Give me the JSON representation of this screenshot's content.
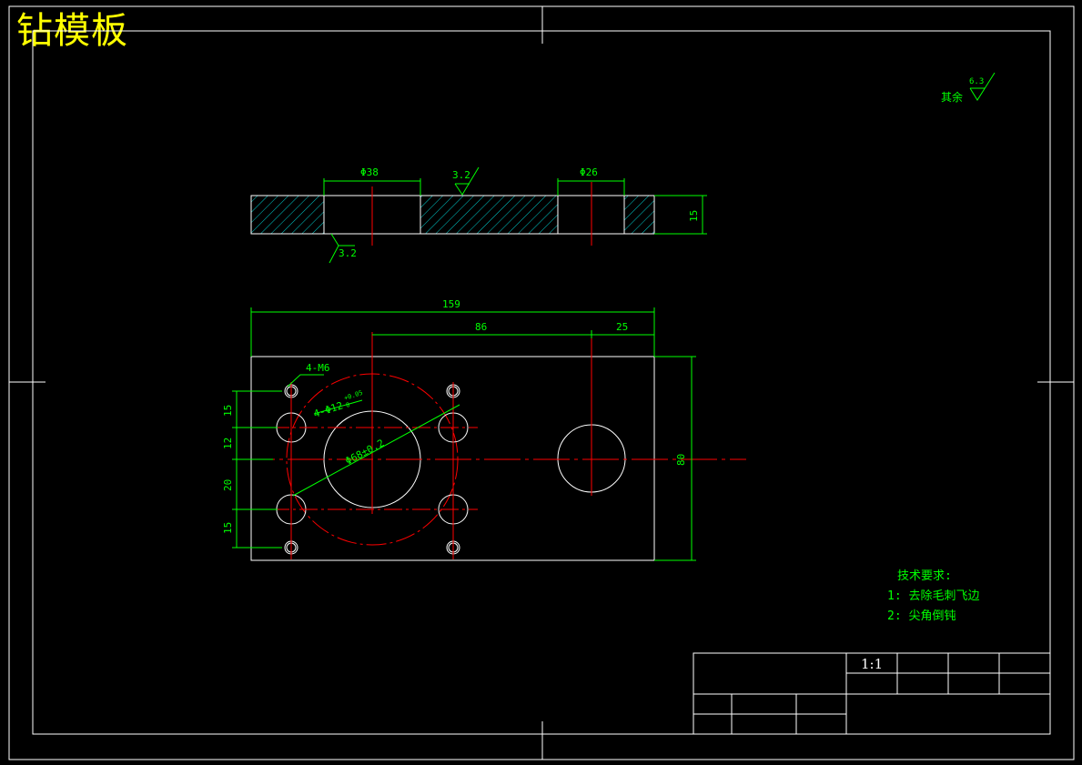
{
  "title": "钻模板",
  "surface_finish_other": {
    "label": "其余",
    "value": "6.3"
  },
  "section_view": {
    "dims": {
      "d38": "Φ38",
      "d26": "Φ26",
      "thickness": "15"
    },
    "roughness_top": "3.2",
    "roughness_bottom": "3.2"
  },
  "plan_view": {
    "dims": {
      "overall_length": "159",
      "center_offset": "86",
      "right_offset": "25",
      "height": "80",
      "v1": "15",
      "v2": "12",
      "v3": "20",
      "v4": "15"
    },
    "callouts": {
      "threads": "4-M6",
      "holes": "4-Φ12",
      "holes_tol_upper": "+0.05",
      "holes_tol_lower": "0",
      "bolt_circle": "Φ68±0.2"
    }
  },
  "tech_requirements": {
    "heading": "技术要求:",
    "items": [
      "1: 去除毛刺飞边",
      "2: 尖角倒钝"
    ]
  },
  "title_block": {
    "scale": "1:1"
  },
  "colors": {
    "background": "#000000",
    "outline": "#ffffff",
    "dimension": "#00ff00",
    "centerline": "#ff0000",
    "hatch": "#00ffff",
    "title": "#ffff00"
  }
}
